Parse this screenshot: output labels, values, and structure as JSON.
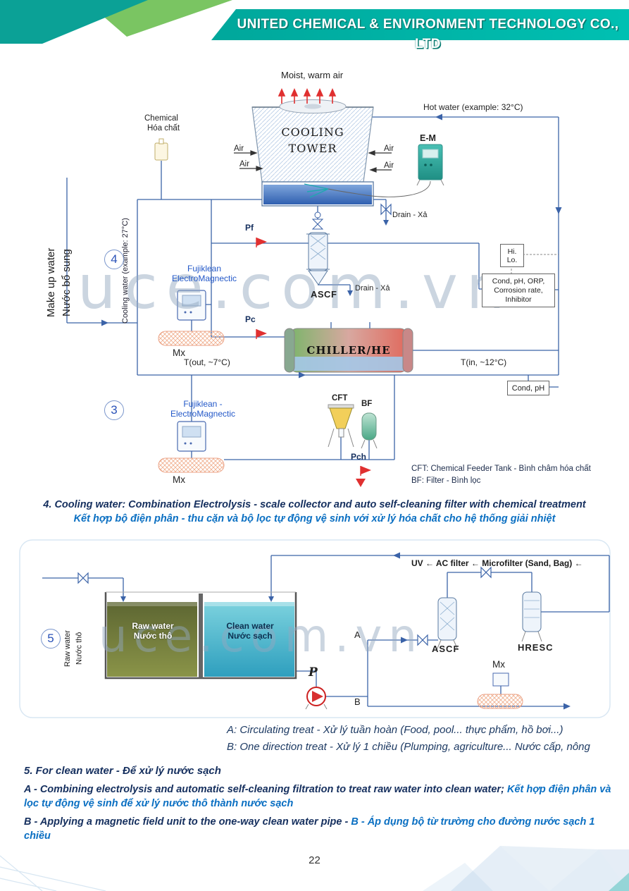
{
  "header": {
    "company": "UNITED CHEMICAL & ENVIRONMENT TECHNOLOGY CO., LTD"
  },
  "watermark": {
    "text": "uce.com.vn"
  },
  "d4": {
    "badge4": "4",
    "badge3": "3",
    "moist": "Moist, warm air",
    "tower": "COOLING TOWER",
    "hot_water": "Hot water (example: 32°C)",
    "em": "E-M",
    "chemical_en": "Chemical",
    "chemical_vi": "Hóa chất",
    "air": "Air",
    "drain": "Drain - Xả",
    "pf": "Pf",
    "pc": "Pc",
    "pch": "Pch",
    "ascf": "ASCF",
    "hi": "Hi.",
    "lo": "Lo.",
    "monitor": "Cond, pH, ORP, Corrosion rate, Inhibitor",
    "fuji1a": "Fujiklean",
    "fuji1b": "ElectroMagnectic",
    "fuji2a": "Fujiklean -",
    "fuji2b": "ElectroMagnectic",
    "makeup_en": "Make up water",
    "makeup_vi": "Nước bổ sung",
    "cooling_water": "Cooling water (example: 27°C)",
    "chiller": "CHILLER/HE",
    "mx": "Mx",
    "t_out": "T(out, ~7°C)",
    "t_in": "T(in, ~12°C)",
    "cond_ph": "Cond, pH",
    "cft": "CFT",
    "bf": "BF",
    "cft_legend": "CFT: Chemical Feeder Tank - Bình châm hóa chất",
    "bf_legend": "BF: Filter - Bình lọc",
    "caption_en": "4. Cooling water: Combination Electrolysis - scale collector and auto self-cleaning filter with chemical treatment",
    "caption_vi": "Kết hợp bộ điện phân - thu cặn và bộ lọc tự động vệ sinh với xử lý hóa chất cho hệ thống giải nhiệt"
  },
  "d5": {
    "badge": "5",
    "filter_chain": "UV ← AC filter ← Microfilter (Sand, Bag) ←",
    "raw_side_en": "Raw water",
    "raw_side_vi": "Nước thô",
    "raw_tank_en": "Raw water",
    "raw_tank_vi": "Nước thô",
    "clean_tank_en": "Clean water",
    "clean_tank_vi": "Nước sạch",
    "a": "A",
    "b": "B",
    "p": "P",
    "ascf": "ASCF",
    "hresc": "HRESC",
    "mx": "Mx",
    "caption_a": "A: Circulating treat - Xử lý tuần hoàn (Food, pool... thực phẩm, hồ bơi...)",
    "caption_b": "B: One direction treat - Xử lý 1 chiều (Plumping, agriculture... Nước cấp, nông"
  },
  "section5": {
    "title": "5.  For clean water  - Để xử lý nước sạch",
    "a_en": "A - Combining electrolysis and automatic self-cleaning filtration to treat raw water into clean water;",
    "a_vi": "Kết hợp điện phân và lọc tự động vệ sinh để xử lý nước thô thành nước sạch",
    "b_en": "B - Applying a magnetic field unit to the one-way clean water pipe -",
    "b_vi": "B - Áp dụng bộ từ trường cho đường nước sạch 1 chiều"
  },
  "footer": {
    "page": "22"
  },
  "colors": {
    "header_teal": "#00ada0",
    "accent_green": "#63bb46",
    "pipe_blue": "#3b63a8",
    "text_navy": "#152f5e",
    "text_blue": "#0a6fc2",
    "red": "#d83030",
    "watermark": "#93a8c0"
  }
}
